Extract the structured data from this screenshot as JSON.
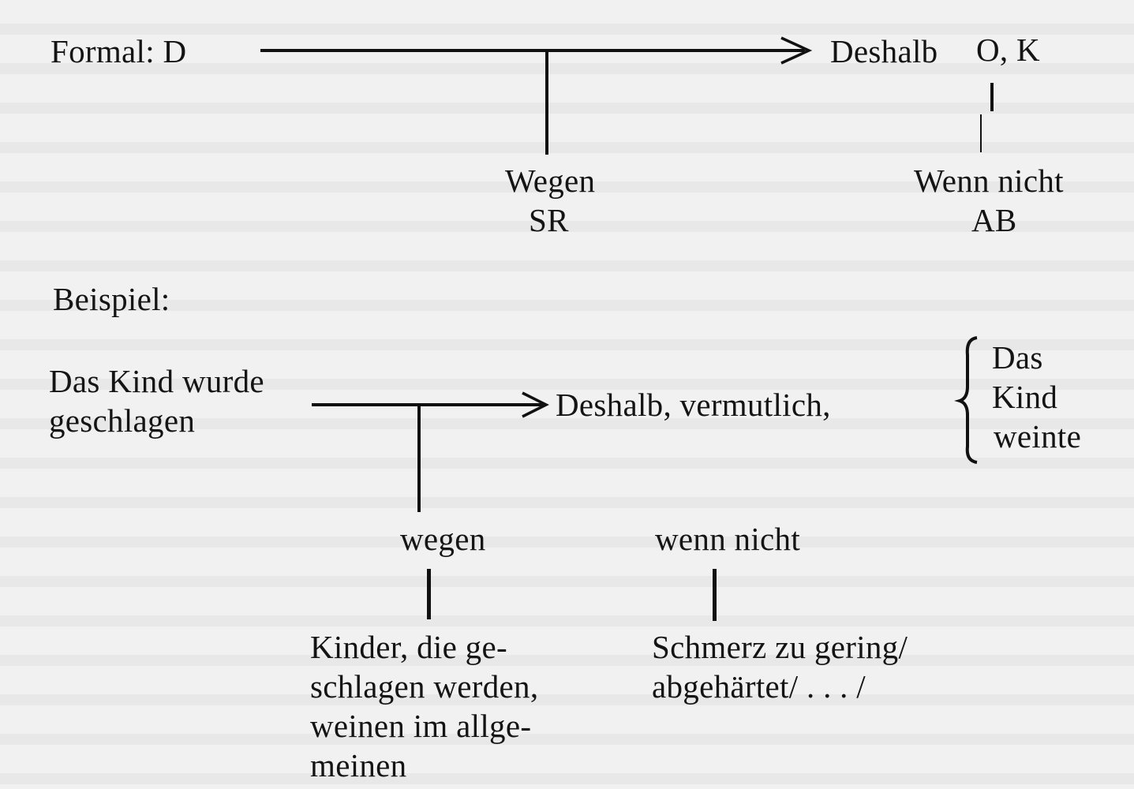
{
  "formal": {
    "label": "Formal: D",
    "conclusion": "Deshalb",
    "qualifier": "O, K",
    "warrant_1": "Wegen",
    "warrant_2": "SR",
    "rebuttal_1": "Wenn nicht",
    "rebuttal_2": "AB"
  },
  "example": {
    "heading": "Beispiel:",
    "data_lines": [
      "Das Kind wurde",
      "geschlagen"
    ],
    "conclusion": "Deshalb, vermutlich,",
    "claim_lines": [
      "Das",
      "Kind",
      "weinte"
    ],
    "warrant_label": "wegen",
    "rebuttal_label": "wenn nicht",
    "warrant_lines": [
      "Kinder, die ge-",
      "schlagen  werden,",
      "weinen im allge-",
      "meinen"
    ],
    "rebuttal_lines": [
      "Schmerz zu gering/",
      "abgehärtet/ . . . /"
    ]
  }
}
